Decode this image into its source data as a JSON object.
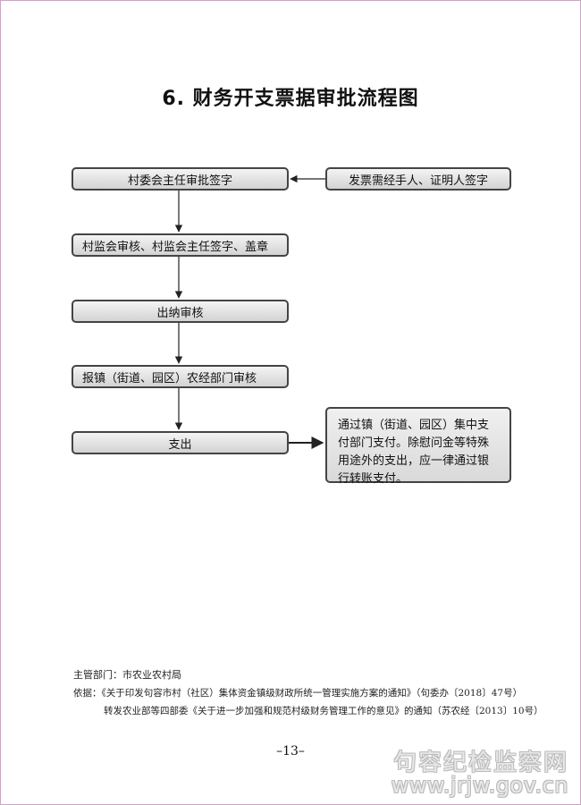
{
  "title": "6. 财务开支票据审批流程图",
  "flow": {
    "step1": "村委会主任审批签字",
    "source": "发票需经手人、证明人签字",
    "step2": "村监会审核、村监会主任签字、盖章",
    "step3": "出纳审核",
    "step4": "报镇（街道、园区）农经部门审核",
    "step5": "支出",
    "note_lines": [
      "通过镇（街道、园区）集中支",
      "付部门支付。除慰问金等特殊",
      "用途外的支出，应一律通过银",
      "行转账支付。"
    ]
  },
  "footer": {
    "department": "主管部门：市农业农村局",
    "basis_1": "依据：《关于印发句容市村（社区）集体资金镇级财政所统一管理实施方案的通知》（句委办〔2018〕47号）",
    "basis_2": "转发农业部等四部委《关于进一步加强和规范村级财务管理工作的意见》的通知（苏农经〔2013〕10号）"
  },
  "page_number": "–13–",
  "watermark": {
    "line1": "句容纪检监察网",
    "line2": "www.jrjw.gov.cn"
  },
  "colors": {
    "box_border": "#444444",
    "box_fill_top": "#f4f4f4",
    "box_fill_bottom": "#d3d3d3",
    "arrow": "#222222"
  }
}
